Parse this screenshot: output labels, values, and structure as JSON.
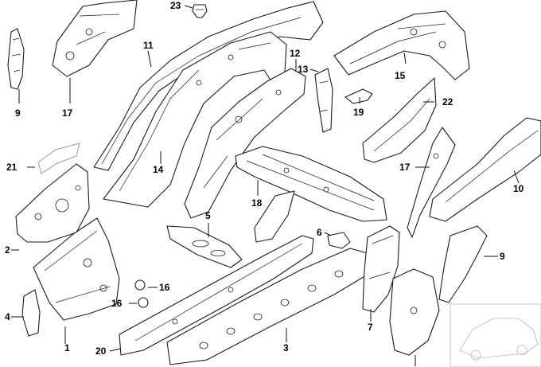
{
  "diagram": {
    "callouts": [
      {
        "number": "1"
      },
      {
        "number": "2"
      },
      {
        "number": "3"
      },
      {
        "number": "4"
      },
      {
        "number": "5"
      },
      {
        "number": "6"
      },
      {
        "number": "7"
      },
      {
        "number": "9"
      },
      {
        "number": "9"
      },
      {
        "number": "10"
      },
      {
        "number": "11"
      },
      {
        "number": "12"
      },
      {
        "number": "13"
      },
      {
        "number": "14"
      },
      {
        "number": "15"
      },
      {
        "number": "16"
      },
      {
        "number": "16"
      },
      {
        "number": "17"
      },
      {
        "number": "17"
      },
      {
        "number": "18"
      },
      {
        "number": "19"
      },
      {
        "number": "20"
      },
      {
        "number": "21"
      },
      {
        "number": "22"
      },
      {
        "number": "23"
      }
    ]
  }
}
